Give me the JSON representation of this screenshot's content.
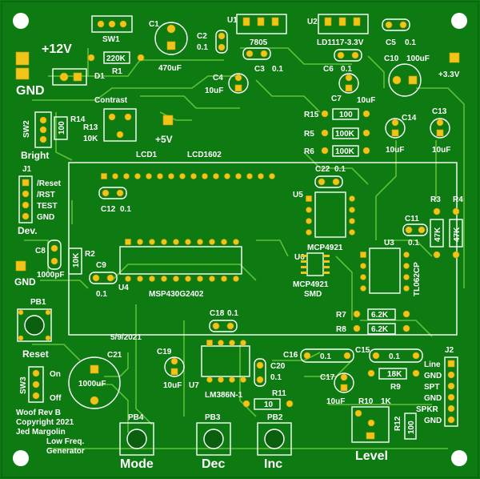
{
  "colors": {
    "board": "#0d7a12",
    "copper": "#f0c419",
    "silk": "#ffffff",
    "trace": "#5fbf3a"
  },
  "labels": {
    "v12": "+12V",
    "gnd_top": "GND",
    "bright": "Bright",
    "dev": "Dev.",
    "gnd_left": "GND",
    "reset": "Reset",
    "mode": "Mode",
    "dec": "Dec",
    "inc": "Inc",
    "level": "Level",
    "v5": "+5V",
    "v33": "+3.3V",
    "contrast": "Contrast",
    "lcd1": "LCD1",
    "lcd1602": "LCD1602",
    "date": "5/9/2021",
    "on": "On",
    "off": "Off",
    "credits": [
      "Woof Rev B",
      "Copyright  2021",
      "Jed Margolin",
      "Low Freq.",
      "Generator"
    ]
  },
  "components": {
    "sw1": "SW1",
    "r1": "R1",
    "r1_val": "220K",
    "d1": "D1",
    "c1": "C1",
    "c1_val": "470uF",
    "u1": "U1",
    "u1_part": "7805",
    "c2": "C2",
    "c2_val": "0.1",
    "c3": "C3",
    "c3_val": "0.1",
    "c4": "C4",
    "c4_val": "10uF",
    "u2": "U2",
    "u2_part": "LD1117-3.3V",
    "c5": "C5",
    "c5_val": "0.1",
    "c6": "C6",
    "c6_val": "0.1",
    "c7": "C7",
    "c7_val": "10uF",
    "c10": "C10",
    "c10_val": "100uF",
    "c13": "C13",
    "c13_val": "10uF",
    "c14": "C14",
    "c14_val": "10uF",
    "r14": "R14",
    "r13": "R13",
    "r13_val": "10K",
    "r14_val": "100",
    "sw2": "SW2",
    "r15": "R15",
    "r15_val": "100",
    "r5": "R5",
    "r5_val": "100K",
    "r6": "R6",
    "r6_val": "100K",
    "j1": "J1",
    "j1_pins": [
      "/Reset",
      "/RST",
      "TEST",
      "GND"
    ],
    "c12": "C12",
    "c12_val": "0.1",
    "c22": "C22",
    "c22_val": "0.1",
    "u5": "U5",
    "u5_part": "MCP4921",
    "u6": "U6",
    "u6_part": "MCP4921",
    "u6_pkg": "SMD",
    "r3": "R3",
    "r3_val": "47K",
    "r4": "R4",
    "r4_val": "47K",
    "c11": "C11",
    "c11_val": "0.1",
    "u3": "U3",
    "u3_part": "TL062CP",
    "c8": "C8",
    "c8_val": "1000pF",
    "r2": "R2",
    "r2_val": "10K",
    "c9": "C9",
    "c9_val": "0.1",
    "u4": "U4",
    "u4_part": "MSP430G2402",
    "pb1": "PB1",
    "r7": "R7",
    "r7_val": "6.2K",
    "r8": "R8",
    "r8_val": "6.2K",
    "c18": "C18",
    "c18_val": "0.1",
    "c21": "C21",
    "c21_val": "1000uF",
    "c19": "C19",
    "c19_val": "10uF",
    "u7": "U7",
    "u7_part": "LM386N-1",
    "c20": "C20",
    "c20_val": "0.1",
    "c16": "C16",
    "c16_val": "0.1",
    "c15": "C15",
    "c15_val": "0.1",
    "j2": "J2",
    "j2_pins": [
      "Line",
      "GND",
      "SPT",
      "GND",
      "SPKR",
      "GND"
    ],
    "r9": "R9",
    "r9_val": "18K",
    "c17": "C17",
    "c17_val": "10uF",
    "r10": "R10",
    "r10_val": "1K",
    "r11": "R11",
    "r11_val": "10",
    "r12": "R12",
    "r12_val": "100",
    "sw3": "SW3",
    "pb2": "PB2",
    "pb3": "PB3",
    "pb4": "PB4"
  }
}
